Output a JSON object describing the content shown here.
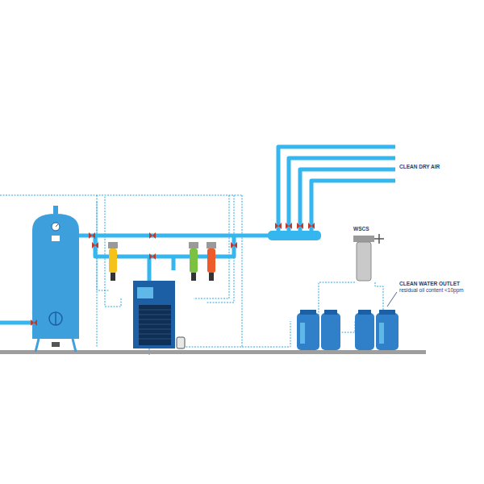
{
  "diagram": {
    "labels": [
      "CLEAN DRY AIR",
      "WSCS",
      "CLEAN WATER OUTLET",
      "residual oil content <10ppm"
    ]
  }
}
